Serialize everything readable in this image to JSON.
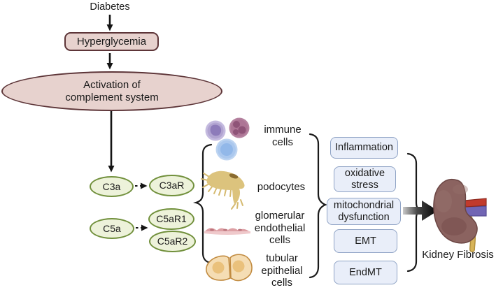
{
  "flow": {
    "diabetes": "Diabetes",
    "hyperglycemia": "Hyperglycemia",
    "complement_activation": "Activation of complement system"
  },
  "mediators": {
    "c3a": "C3a",
    "c3ar": "C3aR",
    "c5a": "C5a",
    "c5ar1": "C5aR1",
    "c5ar2": "C5aR2"
  },
  "cell_types": [
    {
      "label": "immune cells",
      "icon": "immune-cells-icon"
    },
    {
      "label": "podocytes",
      "icon": "podocyte-icon"
    },
    {
      "label": "glomerular endothelial cells",
      "icon": "glomerular-endothelial-icon"
    },
    {
      "label": "tubular epithelial cells",
      "icon": "tubular-epithelial-icon"
    }
  ],
  "outcomes": [
    "Inflammation",
    "oxidative stress",
    "mitochondrial dysfunction",
    "EMT",
    "EndMT"
  ],
  "result": {
    "label": "Kidney Fibrosis",
    "icon": "kidney-icon"
  },
  "colors": {
    "pink_fill": "#e7d2ce",
    "pink_border": "#5d3538",
    "green_fill": "#edf2da",
    "green_border": "#71903c",
    "blue_fill": "#e9eef9",
    "blue_border": "#8fa3c5",
    "arrow": "#141414",
    "kidney_body": "#8b6360",
    "artery": "#c13a2c",
    "vein": "#7165b4",
    "ureter": "#d8b458"
  }
}
